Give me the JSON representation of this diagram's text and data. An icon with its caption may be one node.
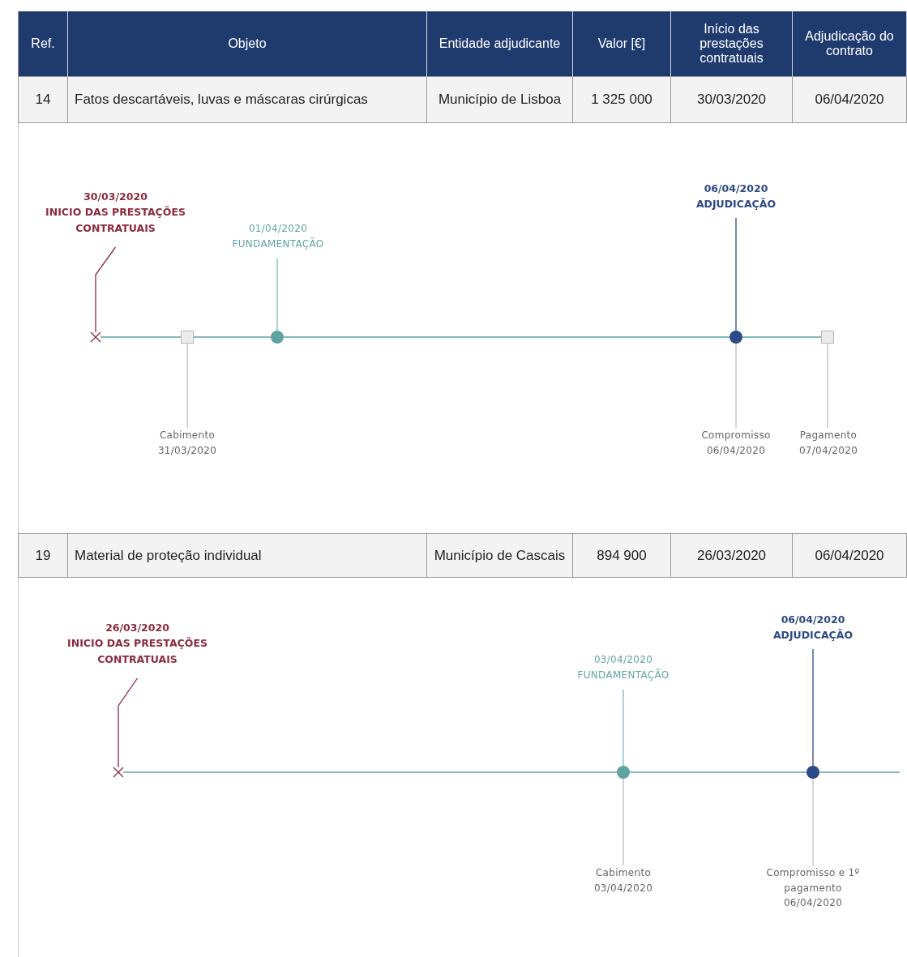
{
  "diagram": {
    "nodes": [
      {
        "text": [
          "30/03/2020",
          "INICIO DAS PRESTAÇÕES CONTRATUAIS"
        ]
      },
      {
        "text": [
          "01/04/2020",
          "FUNDAMENTAÇÃO"
        ]
      },
      {
        "text": [
          "06/04/2020",
          "ADJUDICAÇÃO"
        ]
      },
      {
        "text": [],
        "shape": "cross"
      },
      {
        "text": [],
        "shape": "box"
      },
      {
        "text": [],
        "shape": "circle"
      },
      {
        "text": [],
        "shape": "circle"
      },
      {
        "text": [],
        "shape": "box"
      },
      {
        "text": [
          "Cabimento",
          "31/03/2020"
        ]
      },
      {
        "text": [
          "Compromisso",
          "06/04/2020"
        ]
      },
      {
        "text": [
          "Pagamento",
          "07/04/2020"
        ]
      },
      {
        "text": [
          "26/03/2020",
          "INICIO DAS PRESTAÇÕES CONTRATUAIS"
        ]
      },
      {
        "text": [
          "06/04/2020",
          "ADJUDICAÇÃO"
        ]
      },
      {
        "text": [
          "03/04/2020",
          "FUNDAMENTAÇÃO"
        ]
      },
      {
        "text": [],
        "shape": "cross"
      },
      {
        "text": [],
        "shape": "circle"
      },
      {
        "text": [],
        "shape": "circle"
      },
      {
        "text": [
          "Cabimento",
          "03/04/2020"
        ]
      },
      {
        "text": [
          "Compromisso e 1º pagamento",
          "06/04/2020"
        ]
      }
    ],
    "edges": [
      {
        "from": 0,
        "to": 3,
        "arrow": "none",
        "color": "#8b2c3e"
      },
      {
        "from": 1,
        "to": 5,
        "arrow": "none"
      },
      {
        "from": 2,
        "to": 6,
        "arrow": "none",
        "color": "#2c4a85"
      },
      {
        "from": 8,
        "to": 4,
        "arrow": "none",
        "color": "#bdbdbd"
      },
      {
        "from": 9,
        "to": 6,
        "arrow": "none",
        "color": "#bdbdbd"
      },
      {
        "from": 10,
        "to": 7,
        "arrow": "none",
        "color": "#bdbdbd"
      },
      {
        "from": 3,
        "to": 4,
        "arrow": "none"
      },
      {
        "from": 4,
        "to": 5,
        "arrow": "none"
      },
      {
        "from": 5,
        "to": 6,
        "arrow": "none"
      },
      {
        "from": 6,
        "to": 7,
        "arrow": "none"
      },
      {
        "from": 11,
        "to": 14,
        "arrow": "none",
        "color": "#8b2c3e"
      },
      {
        "from": 13,
        "to": 15,
        "arrow": "none"
      },
      {
        "from": 12,
        "to": 16,
        "arrow": "none",
        "color": "#2c4a85"
      },
      {
        "from": 17,
        "to": 15,
        "arrow": "none",
        "color": "#bdbdbd"
      },
      {
        "from": 18,
        "to": 16,
        "arrow": "none",
        "color": "#bdbdbd"
      },
      {
        "from": 14,
        "to": 15,
        "arrow": "none"
      },
      {
        "from": 15,
        "to": 16,
        "arrow": "none"
      },
      {
        "from": 16,
        "to": null,
        "arrow": "none"
      }
    ],
    "labels": [
      "Ref.",
      "Objeto",
      "Entidade adjudicante",
      "Valor [€]",
      "Início das prestações contratuais",
      "Adjudicação do contrato",
      "14",
      "Fatos descartáveis, luvas e máscaras cirúrgicas",
      "Município de Lisboa",
      "1 325 000",
      "30/03/2020",
      "06/04/2020",
      "19",
      "Material de proteção individual",
      "Município de Cascais",
      "894 900",
      "26/03/2020",
      "06/04/2020"
    ]
  }
}
